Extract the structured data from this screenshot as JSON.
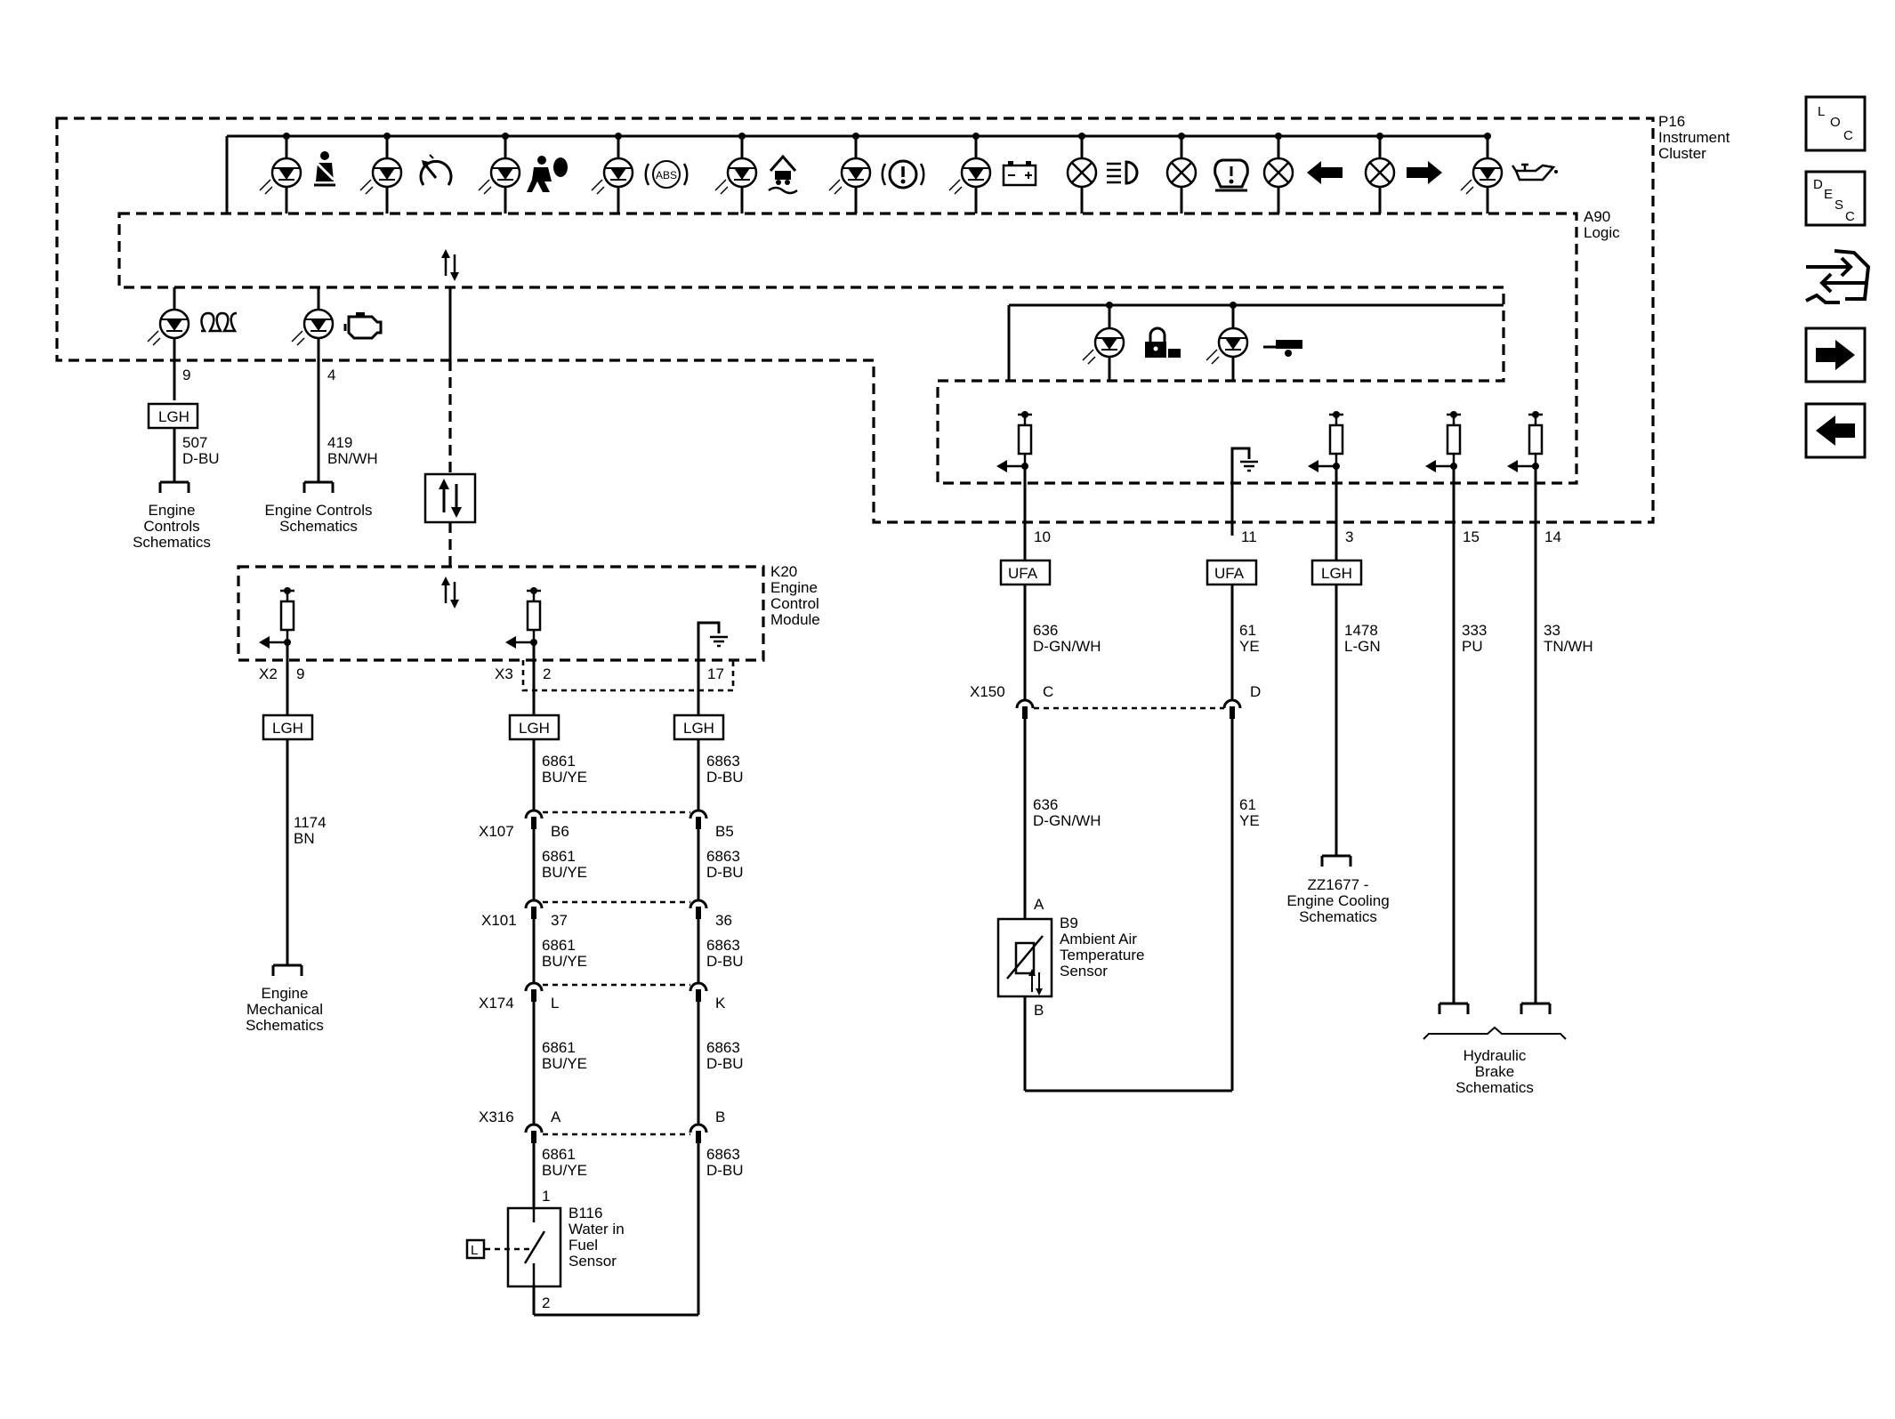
{
  "modules": {
    "p16": [
      "P16",
      "Instrument",
      "Cluster"
    ],
    "a90": [
      "A90",
      "Logic"
    ],
    "k20": [
      "K20",
      "Engine",
      "Control",
      "Module"
    ]
  },
  "pins": {
    "p16_9": "9",
    "p16_4": "4",
    "p16_10": "10",
    "p16_11": "11",
    "p16_3": "3",
    "p16_15": "15",
    "p16_14": "14",
    "k20_x2": "X2",
    "k20_x2_pin": "9",
    "k20_x3": "X3",
    "k20_x3_pin": "2",
    "k20_17": "17"
  },
  "boxes": {
    "lgh": "LGH",
    "ufa": "UFA",
    "l": "L",
    "abs": "ABS"
  },
  "wires": {
    "w507": [
      "507",
      "D-BU"
    ],
    "w419": [
      "419",
      "BN/WH"
    ],
    "w636a": [
      "636",
      "D-GN/WH"
    ],
    "w61a": [
      "61",
      "YE"
    ],
    "w636b": [
      "636",
      "D-GN/WH"
    ],
    "w61b": [
      "61",
      "YE"
    ],
    "w1478": [
      "1478",
      "L-GN"
    ],
    "w333": [
      "333",
      "PU"
    ],
    "w33": [
      "33",
      "TN/WH"
    ],
    "w1174": [
      "1174",
      "BN"
    ],
    "w6861a": [
      "6861",
      "BU/YE"
    ],
    "w6863a": [
      "6863",
      "D-BU"
    ],
    "w6861b": [
      "6861",
      "BU/YE"
    ],
    "w6863b": [
      "6863",
      "D-BU"
    ],
    "w6861c": [
      "6861",
      "BU/YE"
    ],
    "w6863c": [
      "6863",
      "D-BU"
    ],
    "w6861d": [
      "6861",
      "BU/YE"
    ],
    "w6863d": [
      "6863",
      "D-BU"
    ],
    "w6861e": [
      "6861",
      "BU/YE"
    ],
    "w6863e": [
      "6863",
      "D-BU"
    ]
  },
  "connectors": {
    "x150": "X150",
    "x150_c": "C",
    "x150_d": "D",
    "x107": "X107",
    "x107_b6": "B6",
    "x107_b5": "B5",
    "x101": "X101",
    "x101_37": "37",
    "x101_36": "36",
    "x174": "X174",
    "x174_l": "L",
    "x174_k": "K",
    "x316": "X316",
    "x316_a": "A",
    "x316_b": "B"
  },
  "components": {
    "b9": [
      "B9",
      "Ambient Air",
      "Temperature",
      "Sensor"
    ],
    "b9_pin_a": "A",
    "b9_pin_b": "B",
    "b116": [
      "B116",
      "Water in",
      "Fuel",
      "Sensor"
    ],
    "b116_pin_1": "1",
    "b116_pin_2": "2"
  },
  "references": {
    "engine_controls_1": [
      "Engine",
      "Controls",
      "Schematics"
    ],
    "engine_controls_2": [
      "Engine Controls",
      "Schematics"
    ],
    "engine_mechanical": [
      "Engine",
      "Mechanical",
      "Schematics"
    ],
    "engine_cooling": [
      "ZZ1677 -",
      "Engine Cooling",
      "Schematics"
    ],
    "hydraulic_brake": [
      "Hydraulic",
      "Brake",
      "Schematics"
    ]
  },
  "nav": {
    "loc": [
      "L",
      "O",
      "C"
    ],
    "desc": [
      "D",
      "E",
      "S",
      "C"
    ]
  }
}
